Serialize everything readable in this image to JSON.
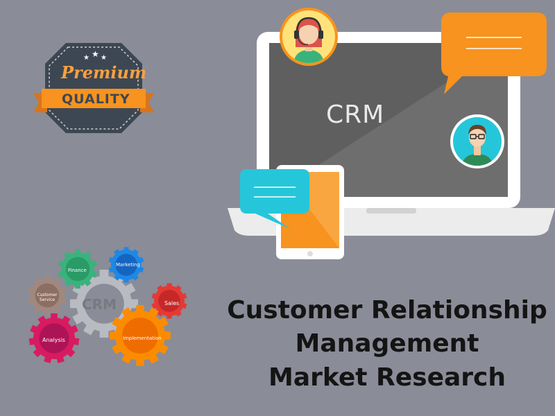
{
  "badge": {
    "line1": "Premium",
    "line2": "QUALITY"
  },
  "screen": {
    "label": "CRM"
  },
  "gears": {
    "center": "CRM",
    "items": [
      "Finance",
      "Marketing",
      "Sales",
      "Implementation",
      "Analysis",
      "Customer Service"
    ]
  },
  "title": {
    "line1": "Customer Relationship",
    "line2": "Management",
    "line3": "Market  Research"
  },
  "colors": {
    "background": "#8a8c98",
    "orange": "#f7931e",
    "cyan": "#26c6da",
    "dark": "#3d4753"
  }
}
